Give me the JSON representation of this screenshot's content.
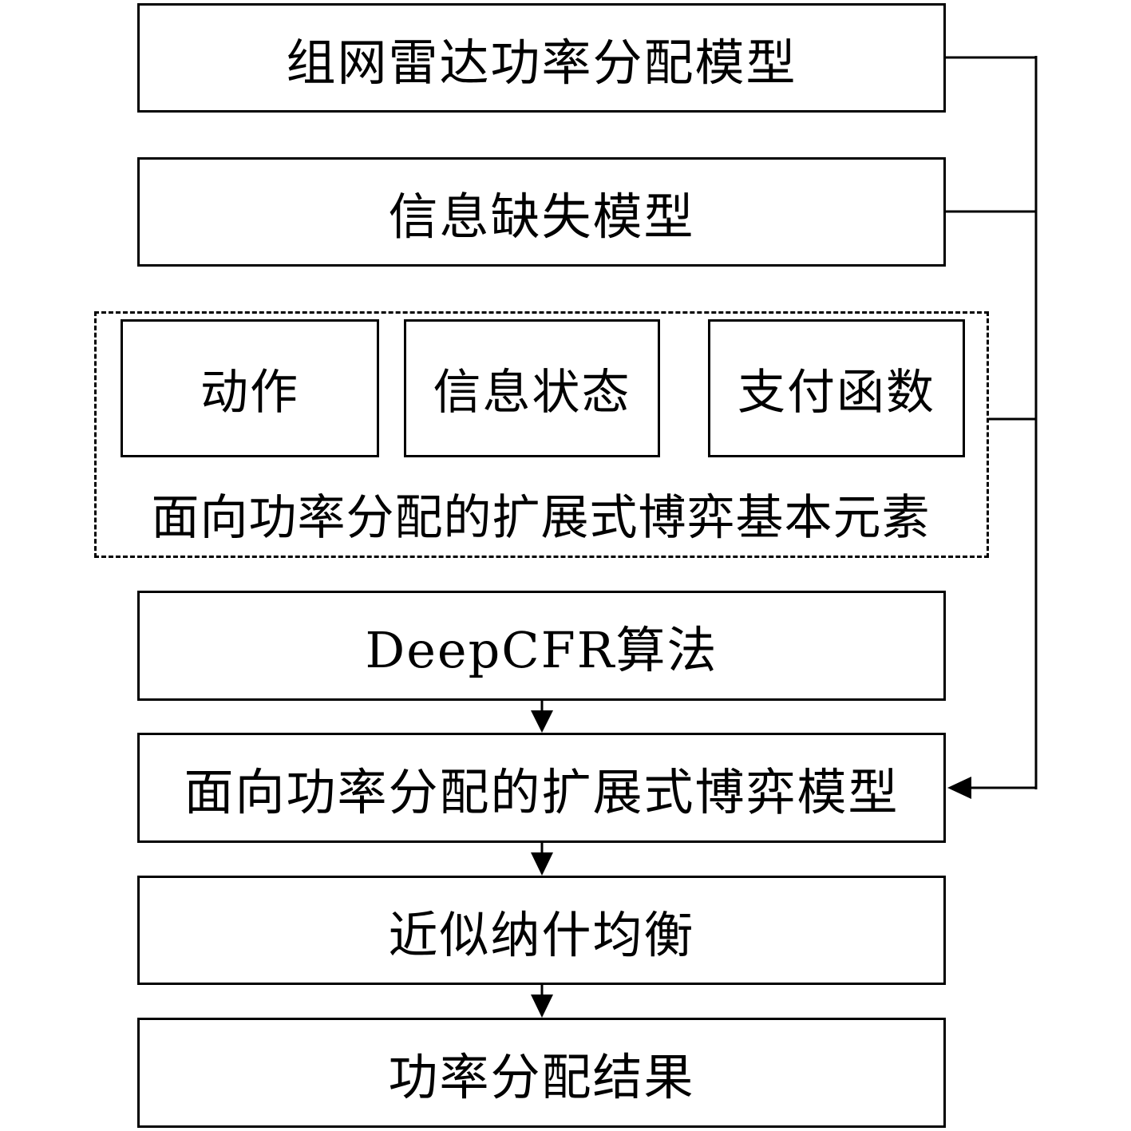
{
  "diagram": {
    "boxes": {
      "radar_model": "组网雷达功率分配模型",
      "info_missing_model": "信息缺失模型",
      "action": "动作",
      "info_state": "信息状态",
      "payoff_function": "支付函数",
      "deepcfr": "DeepCFR算法",
      "extensive_game_model": "面向功率分配的扩展式博弈模型",
      "nash_equilibrium": "近似纳什均衡",
      "result": "功率分配结果"
    },
    "group_label": "面向功率分配的扩展式博弈基本元素",
    "edges": [
      {
        "from": "radar_model",
        "to": "extensive_game_model"
      },
      {
        "from": "info_missing_model",
        "to": "extensive_game_model"
      },
      {
        "from": "basic_elements_group",
        "to": "extensive_game_model"
      },
      {
        "from": "deepcfr",
        "to": "extensive_game_model"
      },
      {
        "from": "extensive_game_model",
        "to": "nash_equilibrium"
      },
      {
        "from": "nash_equilibrium",
        "to": "result"
      }
    ]
  }
}
